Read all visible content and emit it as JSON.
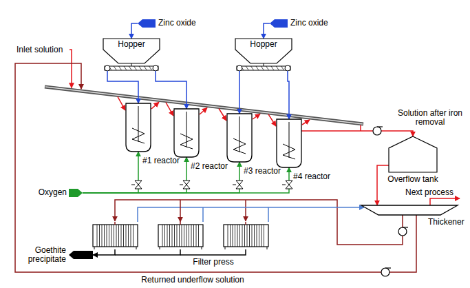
{
  "diagram": {
    "nodes": [
      {
        "text": [
          "Zinc oxide"
        ]
      },
      {
        "text": [
          "Zinc oxide"
        ]
      },
      {
        "text": [
          "Hopper"
        ]
      },
      {
        "text": [
          "Hopper"
        ]
      },
      {
        "text": [
          "#1 reactor"
        ]
      },
      {
        "text": [
          "#2 reactor"
        ]
      },
      {
        "text": [
          "#3 reactor"
        ]
      },
      {
        "text": [
          "#4 reactor"
        ]
      },
      {
        "text": [
          "Oxygen"
        ]
      },
      {
        "text": [
          "Overflow tank"
        ]
      },
      {
        "text": [
          "Thickener"
        ]
      },
      {
        "text": [
          "Filter press"
        ]
      },
      {
        "text": [
          "Goethite precipitate"
        ]
      }
    ],
    "edges": [
      {
        "from": 0,
        "to": 2,
        "arrow": "to"
      },
      {
        "from": 1,
        "to": 3,
        "arrow": "to"
      },
      {
        "from": 2,
        "to": 4,
        "arrow": "to"
      },
      {
        "from": 2,
        "to": 5,
        "arrow": "to"
      },
      {
        "from": 3,
        "to": 6,
        "arrow": "to"
      },
      {
        "from": 3,
        "to": 7,
        "arrow": "to"
      },
      {
        "from": 8,
        "to": 4,
        "arrow": "to"
      },
      {
        "from": 8,
        "to": 5,
        "arrow": "to"
      },
      {
        "from": 8,
        "to": 6,
        "arrow": "to"
      },
      {
        "from": 8,
        "to": 7,
        "arrow": "to"
      },
      {
        "from": 7,
        "to": 9,
        "arrow": "to"
      },
      {
        "from": 9,
        "to": 10,
        "arrow": "to"
      },
      {
        "from": 10,
        "to": 11,
        "arrow": "to"
      },
      {
        "from": 11,
        "to": 10,
        "arrow": "to"
      },
      {
        "from": 11,
        "to": 12,
        "arrow": "to"
      }
    ],
    "labels": [
      "Inlet solution",
      "Solution after iron removal",
      "Next process",
      "Returned underflow solution"
    ]
  }
}
